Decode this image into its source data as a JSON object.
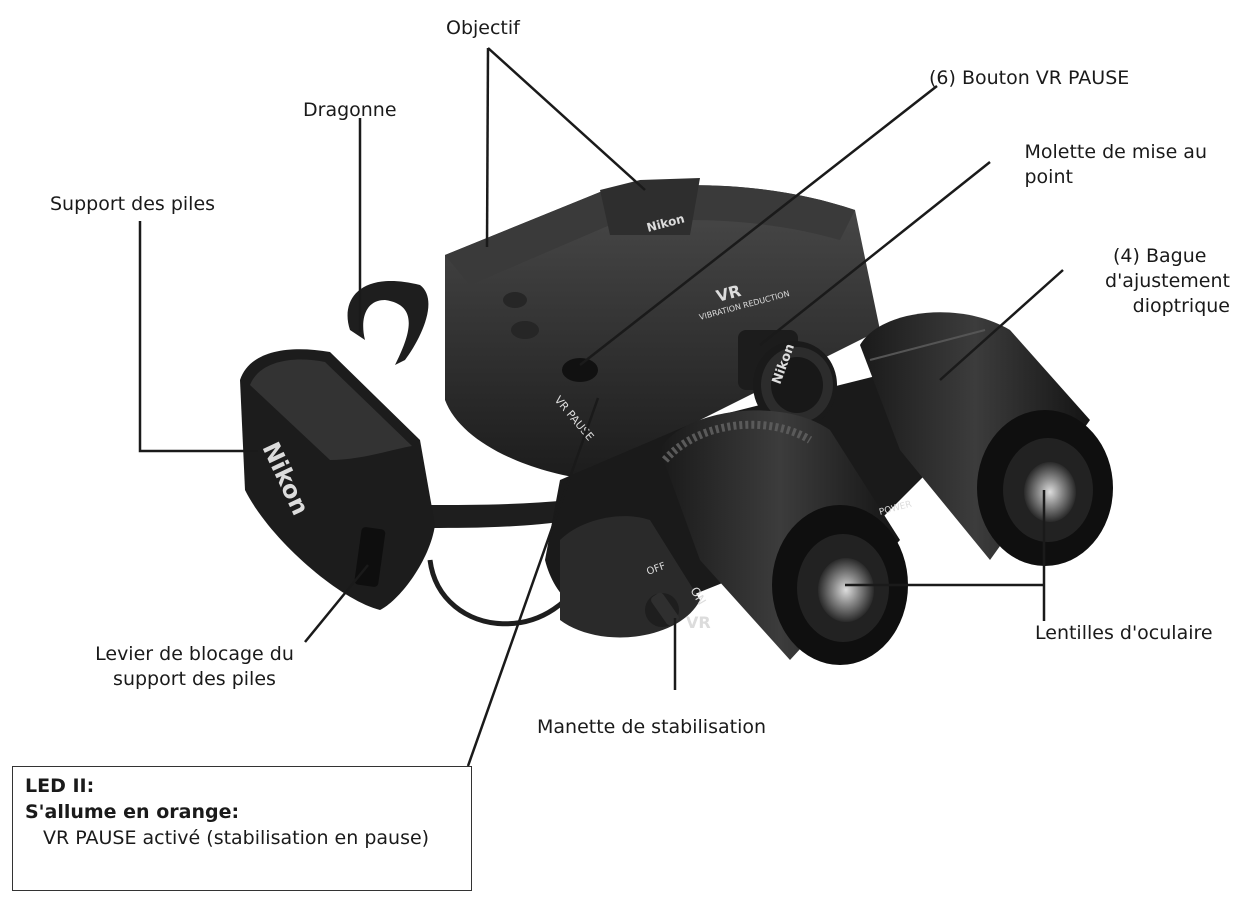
{
  "labels": {
    "objectif": "Objectif",
    "vr_pause_button": "(6) Bouton VR PAUSE",
    "dragonne": "Dragonne",
    "focus_wheel_line1": "Molette de mise au",
    "focus_wheel_line2": "point",
    "battery_holder": "Support des piles",
    "diopter_line1": "(4) Bague",
    "diopter_line2": "d'ajustement",
    "diopter_line3": "dioptrique",
    "lock_lever_line1": "Levier de blocage du",
    "lock_lever_line2": "support des piles",
    "eyepiece_lenses": "Lentilles d'oculaire",
    "stabilization_lever": "Manette de stabilisation"
  },
  "info_box": {
    "title": "LED II:",
    "subtitle": "S'allume en orange:",
    "text": "VR PAUSE activé (stabilisation en pause)"
  },
  "device_markings": {
    "brand": "Nikon",
    "vr_text": "VR",
    "vibration_reduction": "VIBRATION REDUCTION",
    "vr_pause_label": "VR PAUSE",
    "switch_off": "OFF",
    "switch_on": "ON",
    "switch_vr": "VR",
    "power_label": "POWER"
  },
  "colors": {
    "body": "#2b2b2b",
    "body_dark": "#151515",
    "body_light": "#4a4a4a",
    "leader_line": "#1a1a1a"
  }
}
